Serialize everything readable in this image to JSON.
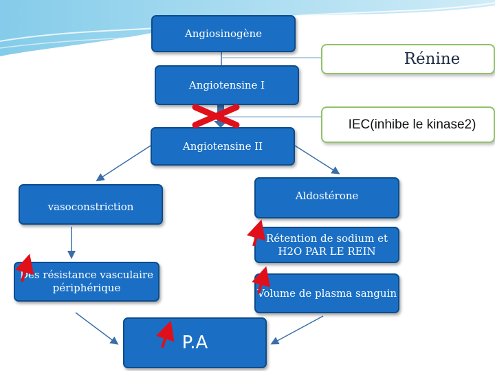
{
  "nodes": {
    "angiosinogene": "Angiosinogène",
    "angiotensine_1": "Angiotensine I",
    "angiotensine_2": "Angiotensine II",
    "vasoconstriction": "vasoconstriction",
    "aldosterone": "Aldostérone",
    "retention": "Rétention de sodium et H2O PAR LE REIN",
    "resistance": "Des résistance vasculaire périphérique",
    "volume": "Volume de plasma sanguin",
    "pa": "P.A"
  },
  "callouts": {
    "renine": "Rénine",
    "iec": "IEC(inhibe le kinase2)"
  },
  "colors": {
    "box_fill": "#1a6fc4",
    "box_border": "#0d4c8c",
    "callout_border": "#8fc26a",
    "block_cross": "#e0101a",
    "increase_arrow": "#e0101a",
    "connector": "#3a6ea8"
  }
}
